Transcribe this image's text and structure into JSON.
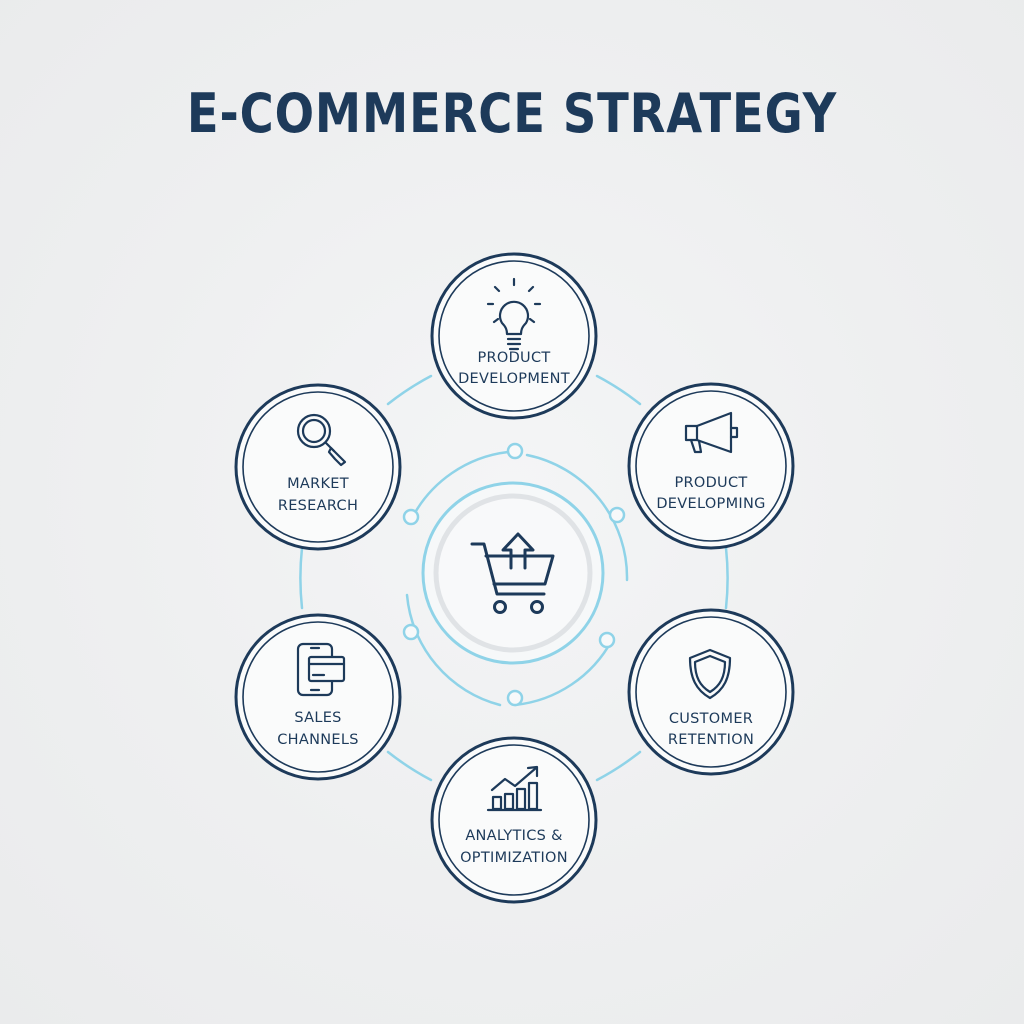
{
  "title": "E-COMMERCE STRATEGY",
  "colors": {
    "navy": "#1d3a5a",
    "accent": "#7fcfe6",
    "background": "#eeeff0",
    "node_fill": "#fafbfb"
  },
  "center": {
    "icon": "shopping-cart-upload-icon"
  },
  "nodes": [
    {
      "id": "product-development",
      "icon": "lightbulb-icon",
      "lines": [
        "PRODUCT",
        "DEVELOPMENT"
      ]
    },
    {
      "id": "product-developming",
      "icon": "megaphone-icon",
      "lines": [
        "PRODUCT",
        "DEVELOPMING"
      ]
    },
    {
      "id": "customer-retention",
      "icon": "shield-icon",
      "lines": [
        "CUSTOMER",
        "RETENTION"
      ]
    },
    {
      "id": "analytics-optimization",
      "icon": "growth-chart-icon",
      "lines": [
        "ANALYTICS &",
        "OPTIMIZATION"
      ]
    },
    {
      "id": "sales-channels",
      "icon": "phone-card-icon",
      "lines": [
        "SALES",
        "CHANNELS"
      ]
    },
    {
      "id": "market-research",
      "icon": "magnifier-icon",
      "lines": [
        "MARKET",
        "RESEARCH"
      ]
    }
  ]
}
